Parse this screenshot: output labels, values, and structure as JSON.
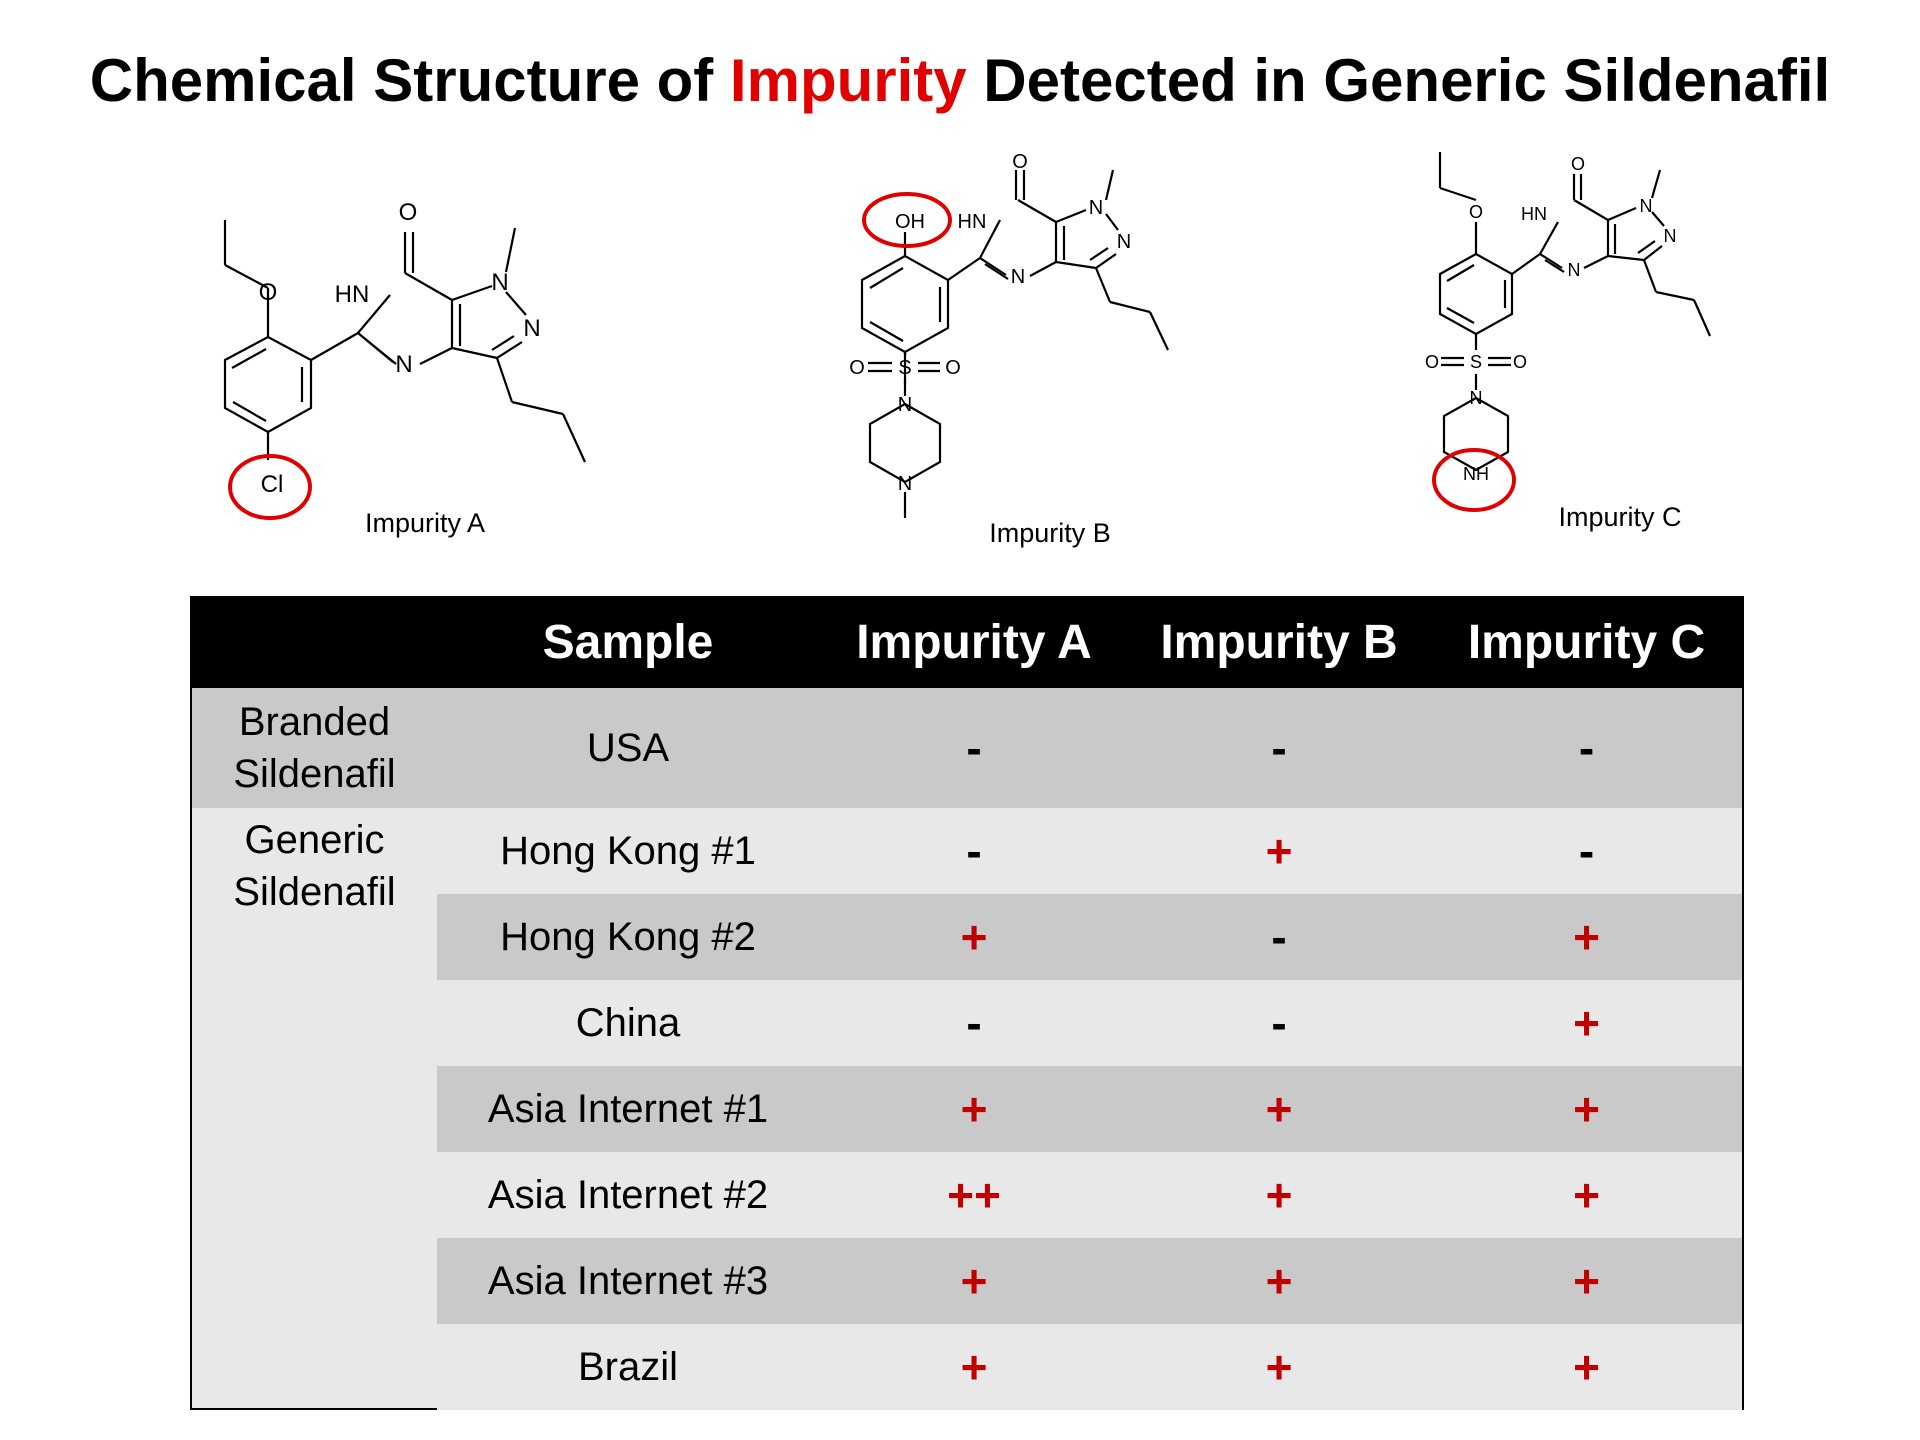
{
  "title": {
    "prefix": "Chemical Structure of ",
    "highlight": "Impurity",
    "suffix": " Detected in Generic Sildenafil",
    "highlight_color": "#e00000"
  },
  "structures": [
    {
      "caption": "Impurity A",
      "marked_group": "Cl"
    },
    {
      "caption": "Impurity B",
      "marked_group": "OH"
    },
    {
      "caption": "Impurity C",
      "marked_group": "NH"
    }
  ],
  "atom_labels": {
    "O": "O",
    "HN": "HN",
    "N": "N",
    "S": "S",
    "H": "H"
  },
  "table": {
    "headers": [
      "",
      "Sample",
      "Impurity A",
      "Impurity B",
      "Impurity C"
    ],
    "groups": [
      {
        "line1": "Branded",
        "line2": "Sildenafil"
      },
      {
        "line1": "Generic",
        "line2": "Sildenafil"
      }
    ],
    "rows": [
      {
        "sample": "USA",
        "a": "-",
        "b": "-",
        "c": "-"
      },
      {
        "sample": "Hong Kong #1",
        "a": "-",
        "b": "+",
        "c": "-"
      },
      {
        "sample": "Hong Kong #2",
        "a": "+",
        "b": "-",
        "c": "+"
      },
      {
        "sample": "China",
        "a": "-",
        "b": "-",
        "c": "+"
      },
      {
        "sample": "Asia Internet #1",
        "a": "+",
        "b": "+",
        "c": "+"
      },
      {
        "sample": "Asia Internet #2",
        "a": "++",
        "b": "+",
        "c": "+"
      },
      {
        "sample": "Asia Internet #3",
        "a": "+",
        "b": "+",
        "c": "+"
      },
      {
        "sample": "Brazil",
        "a": "+",
        "b": "+",
        "c": "+"
      }
    ],
    "positive_color": "#c00000",
    "header_bg": "#000000",
    "dark_row_bg": "#c9c9c9",
    "light_row_bg": "#e8e8e8"
  }
}
